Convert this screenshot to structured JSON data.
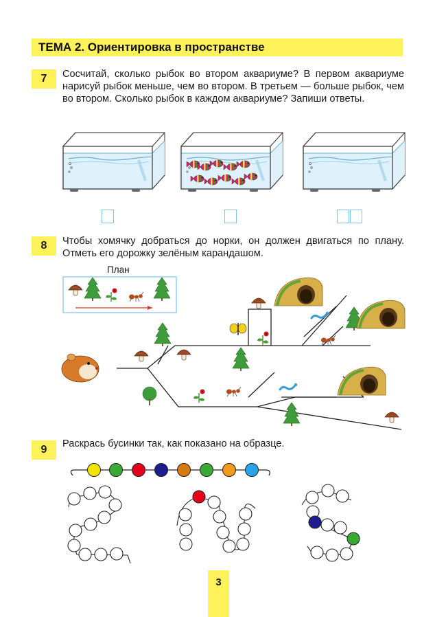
{
  "header": {
    "title": "ТЕМА 2. Ориентировка в пространстве"
  },
  "tasks": [
    {
      "number": "7",
      "text": "Сосчитай, сколько рыбок во втором аквариуме? В первом аквариуме нарисуй рыбок меньше, чем во втором. В третьем — больше рыбок, чем во втором. Сколько рыбок в каждом аквариуме? Запиши ответы."
    },
    {
      "number": "8",
      "text": "Чтобы хомячку добраться до норки, он должен двигаться по плану. Отметь его дорожку зелёным карандашом."
    },
    {
      "number": "9",
      "text": "Раскрась бусинки так, как показано на образце."
    }
  ],
  "plan": {
    "label": "План"
  },
  "colors": {
    "accent_yellow": "#fff25a",
    "water_blue": "#cfe9f6",
    "box_blue": "#7fc3ea",
    "bead_colors": [
      "#f2e600",
      "#3aaa35",
      "#e3001b",
      "#1d1d8f",
      "#d67a12",
      "#3aaa35",
      "#f29a1e",
      "#2aa4e8"
    ]
  },
  "page": {
    "number": "3"
  }
}
